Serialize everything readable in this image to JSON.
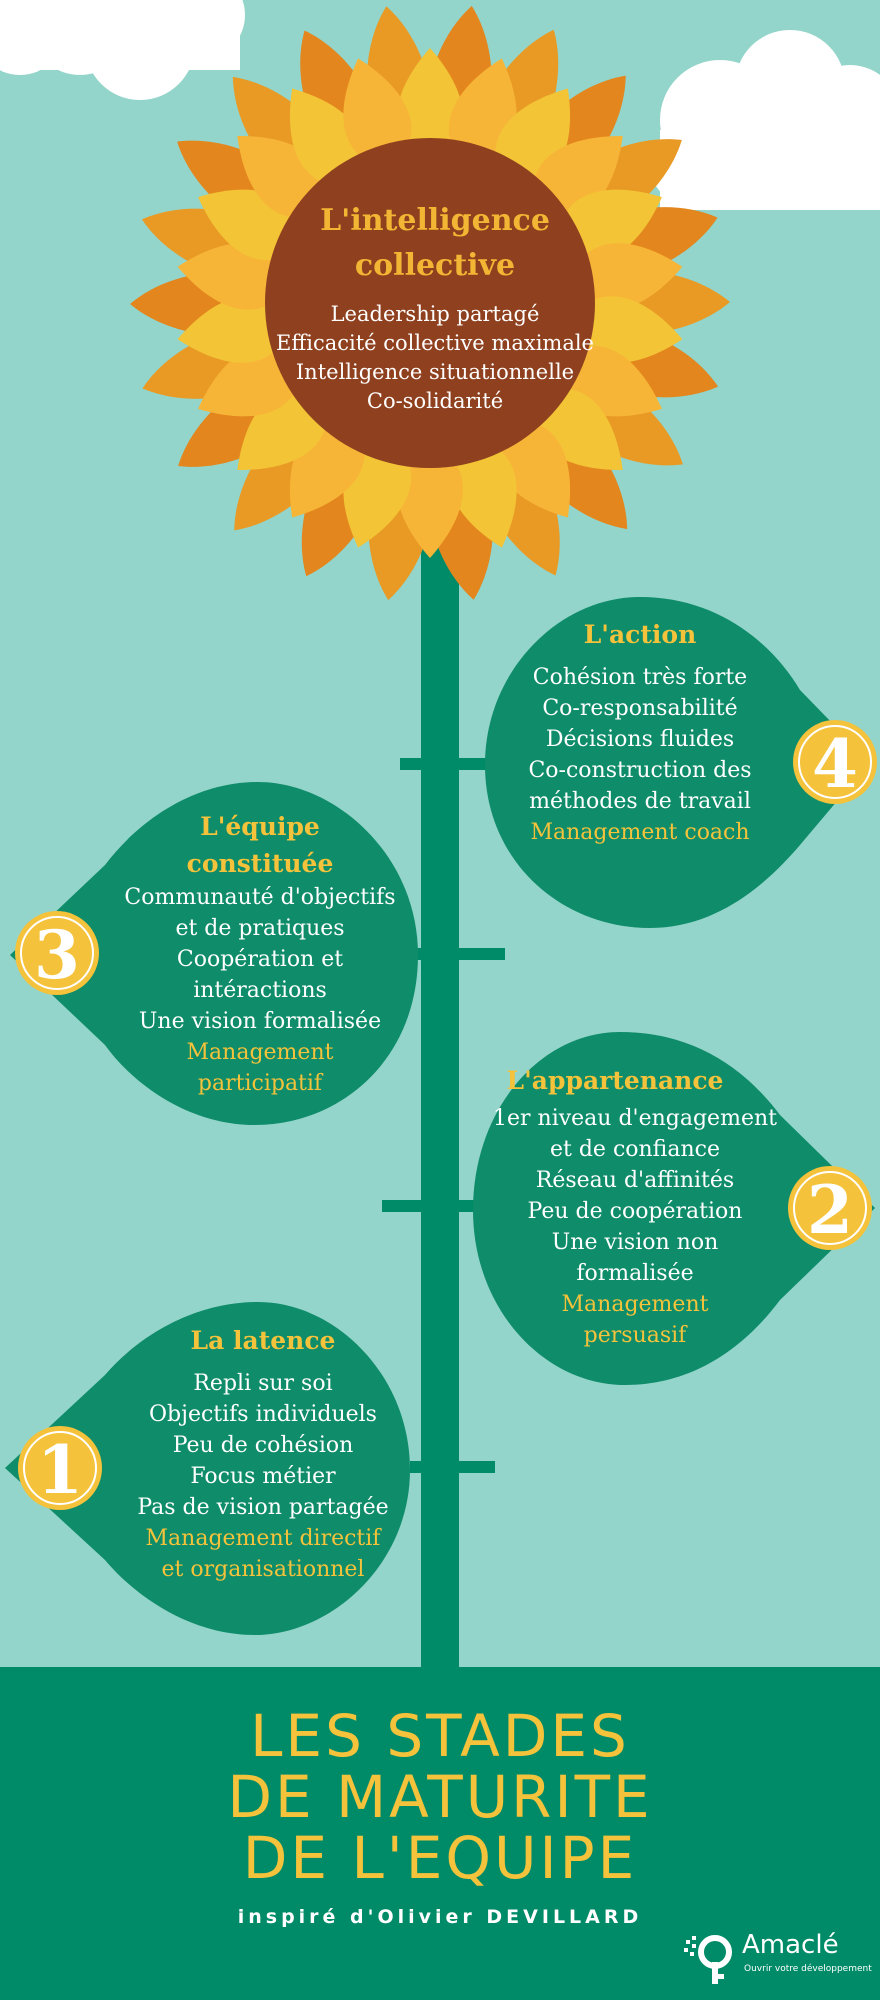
{
  "colors": {
    "sky": "#93d5cb",
    "green": "#008b68",
    "leaf": "#0f8c69",
    "cloud": "#ffffff",
    "petal_dark": "#e3861d",
    "petal_light": "#f3c436",
    "flower_center": "#8f411f",
    "accent_yellow": "#f4c23b"
  },
  "center": {
    "title": [
      "L'intelligence",
      "collective"
    ],
    "lines": [
      "Leadership partagé",
      "Efficacité collective maximale",
      "Intelligence situationnelle",
      "Co-solidarité"
    ]
  },
  "stages": [
    {
      "number": "1",
      "title": [
        "La latence"
      ],
      "lines": [
        "Repli sur soi",
        "Objectifs individuels",
        "Peu de cohésion",
        "Focus  métier",
        "Pas de vision partagée"
      ],
      "management": [
        "Management directif",
        "et organisationnel"
      ]
    },
    {
      "number": "2",
      "title": [
        "L'appartenance"
      ],
      "lines": [
        "1er niveau d'engagement",
        "et de confiance",
        "Réseau d'affinités",
        "Peu de coopération",
        "Une vision non",
        "formalisée"
      ],
      "management": [
        "Management",
        "persuasif"
      ]
    },
    {
      "number": "3",
      "title": [
        "L'équipe",
        "constituée"
      ],
      "lines": [
        "Communauté d'objectifs",
        "et de pratiques",
        "Coopération et",
        "intéractions",
        "Une vision formalisée"
      ],
      "management": [
        "Management",
        "participatif"
      ]
    },
    {
      "number": "4",
      "title": [
        "L'action"
      ],
      "lines": [
        "Cohésion très forte",
        "Co-responsabilité",
        "Décisions fluides",
        "Co-construction des",
        "méthodes de travail"
      ],
      "management": [
        "Management coach"
      ]
    }
  ],
  "footer": {
    "title_lines": [
      "LES STADES",
      "DE MATURITE",
      "DE L'EQUIPE"
    ],
    "subtitle": "inspiré d'Olivier DEVILLARD"
  },
  "logo": {
    "name": "Amaclé",
    "tagline": "Ouvrir votre développement"
  }
}
